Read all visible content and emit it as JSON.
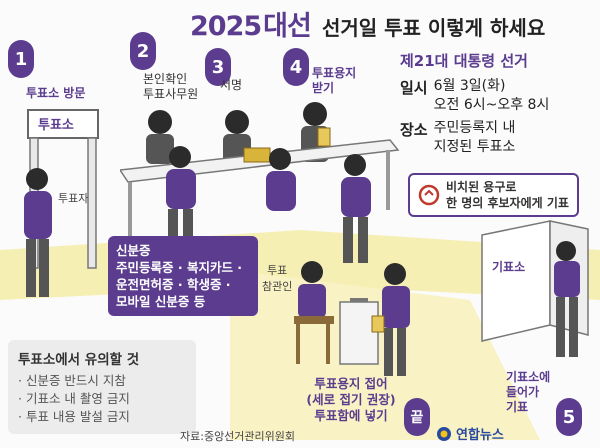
{
  "title": {
    "year": "2025",
    "word": "대선",
    "rest": "선거일 투표 이렇게 하세요"
  },
  "steps": [
    {
      "num": "1",
      "label": "투표소 방문"
    },
    {
      "num": "2",
      "label_lines": [
        "본인확인",
        "투표사무원"
      ]
    },
    {
      "num": "3",
      "label": "서명"
    },
    {
      "num": "4",
      "label_lines": [
        "투표용지",
        "받기"
      ]
    },
    {
      "num": "5",
      "label_lines": [
        "기표소에",
        "들어가",
        "기표"
      ]
    }
  ],
  "info": {
    "heading": "제21대 대통령 선거",
    "date_key": "일시",
    "date_val1": "6월 3일(화)",
    "date_val2": "오전 6시~오후 8시",
    "place_key": "장소",
    "place_val1": "주민등록지 내",
    "place_val2": "지정된 투표소"
  },
  "stamp_box": {
    "line1": "비치된 용구로",
    "line2": "한 명의 후보자에게 기표"
  },
  "id_box": {
    "lines": [
      "신분증",
      "주민등록증 · 복지카드 ·",
      "운전면허증 · 학생증 ·",
      "모바일 신분증 등"
    ]
  },
  "labels": {
    "polling_sign": "투표소",
    "voter": "투표자",
    "observer_line1": "투표",
    "observer_line2": "참관인",
    "booth_sign": "기표소"
  },
  "notice": {
    "heading": "투표소에서 유의할 것",
    "items": [
      "· 신분증 반드시 지참",
      "· 기표소 내 촬영 금지",
      "· 투표 내용 발설 금지"
    ]
  },
  "final": {
    "lines": [
      "투표용지 접어",
      "(세로 접기 권장)",
      "투표함에 넣기"
    ],
    "end_badge": "끝"
  },
  "footer": {
    "source": "자료:중앙선거관리위원회",
    "brand": "연합뉴스"
  },
  "colors": {
    "purple": "#5b3c8f",
    "yellow_path": "#f6efb4",
    "gray": "#ececec"
  }
}
